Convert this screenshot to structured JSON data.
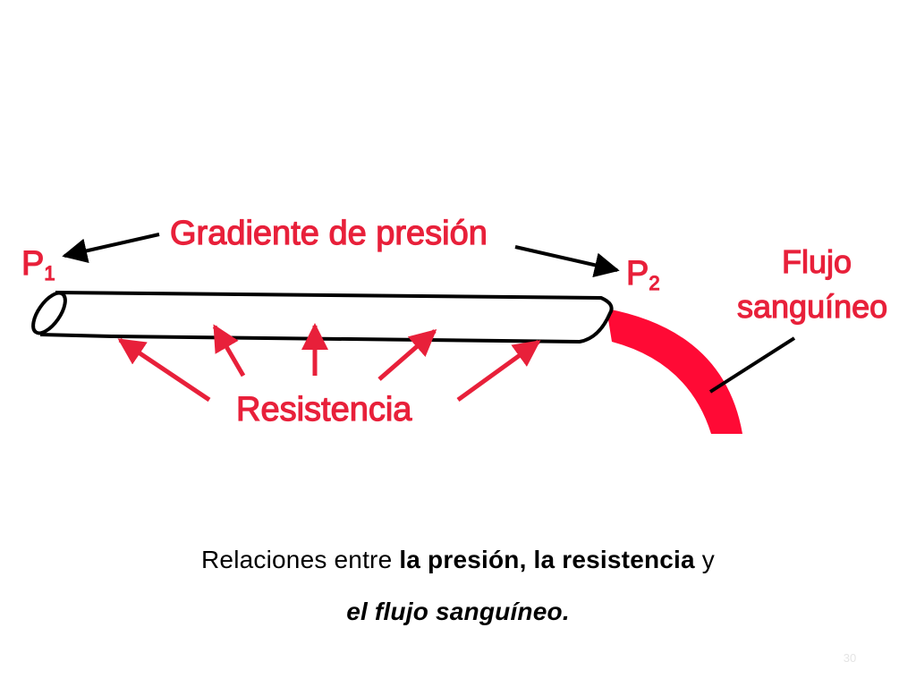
{
  "diagram": {
    "label_gradient": "Gradiente de presión",
    "label_p1_letter": "P",
    "label_p1_sub": "1",
    "label_p2_letter": "P",
    "label_p2_sub": "2",
    "label_flow_line1": "Flujo",
    "label_flow_line2": "sanguíneo",
    "label_resistance": "Resistencia",
    "colors": {
      "label": "#e8203a",
      "flow": "#ff0a35",
      "arrow": "#e8203a",
      "outline": "#000000"
    }
  },
  "caption": {
    "line1_plain_a": "Relaciones entre ",
    "line1_bold": "la presión, la resistencia",
    "line1_plain_b": " y",
    "line2": "el flujo sanguíneo."
  },
  "slide_number": "30"
}
